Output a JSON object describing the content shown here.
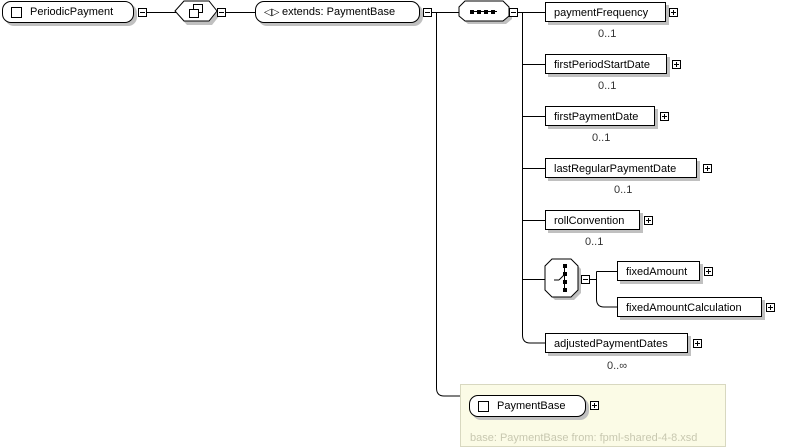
{
  "root": {
    "name": "PeriodicPayment",
    "icon": "complex-type-icon"
  },
  "compositor_complex": {
    "icon": "complex-content-icon"
  },
  "extension": {
    "label": "extends: PaymentBase",
    "icon": "extension-icon"
  },
  "sequence": {
    "icon": "sequence-icon"
  },
  "elements": [
    {
      "name": "paymentFrequency",
      "cardinality": "0..1"
    },
    {
      "name": "firstPeriodStartDate",
      "cardinality": "0..1"
    },
    {
      "name": "firstPaymentDate",
      "cardinality": "0..1"
    },
    {
      "name": "lastRegularPaymentDate",
      "cardinality": "0..1"
    },
    {
      "name": "rollConvention",
      "cardinality": "0..1"
    }
  ],
  "choice": {
    "icon": "choice-icon",
    "options": [
      {
        "name": "fixedAmount"
      },
      {
        "name": "fixedAmountCalculation"
      }
    ]
  },
  "last_element": {
    "name": "adjustedPaymentDates",
    "cardinality": "0..∞"
  },
  "base_type": {
    "name": "PaymentBase",
    "footer": "base: PaymentBase from: fpml-shared-4-8.xsd"
  }
}
